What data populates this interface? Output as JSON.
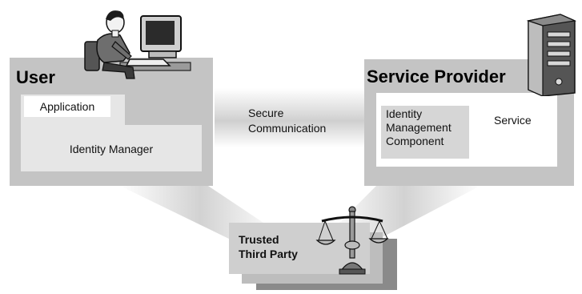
{
  "user": {
    "title": "User",
    "application_label": "Application",
    "identity_manager_label": "Identity Manager"
  },
  "communication": {
    "line1": "Secure",
    "line2": "Communication"
  },
  "service_provider": {
    "title": "Service Provider",
    "component_line1": "Identity",
    "component_line2": "Management",
    "component_line3": "Component",
    "service_label": "Service"
  },
  "third_party": {
    "line1": "Trusted",
    "line2": "Third Party"
  },
  "icons": {
    "user": "person-at-computer-icon",
    "server": "server-tower-icon",
    "trust": "balance-scale-icon"
  },
  "colors": {
    "panel": "#c4c4c4",
    "inner_light": "#e6e6e6",
    "component": "#d6d6d6",
    "card_dark": "#8a8a8a"
  }
}
